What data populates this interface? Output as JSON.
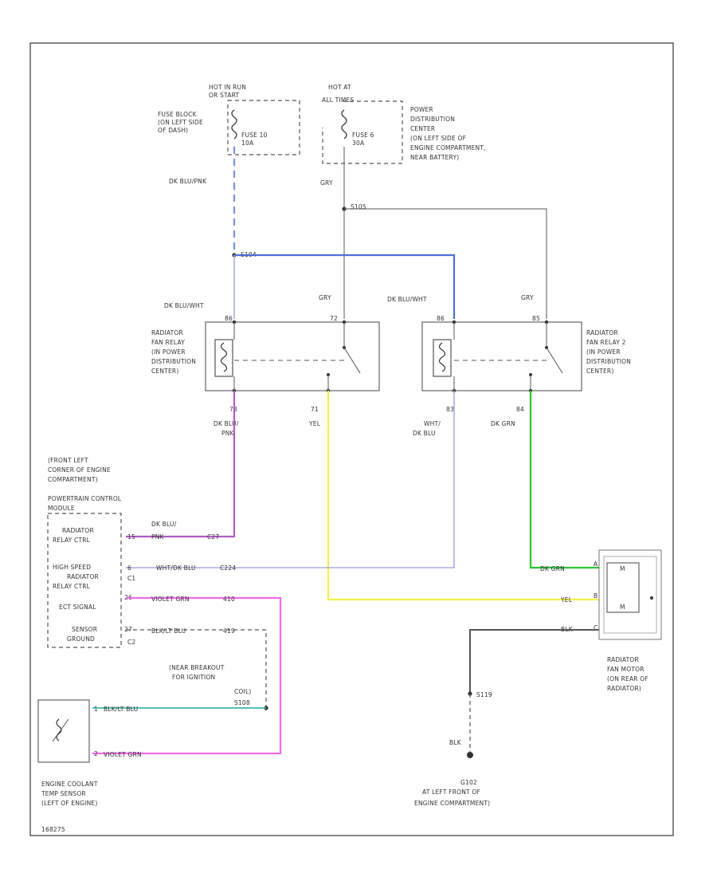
{
  "power": {
    "hot_run": [
      "HOT IN RUN",
      "OR START"
    ],
    "hot_all": [
      "HOT AT",
      "ALL TIMES"
    ],
    "fuse_block": [
      "FUSE BLOCK",
      "(ON LEFT SIDE",
      "OF DASH)"
    ],
    "fuse_10": [
      "FUSE 10",
      "10A"
    ],
    "pdc": [
      "POWER",
      "DISTRIBUTION",
      "CENTER",
      "(ON LEFT SIDE OF",
      "ENGINE COMPARTMENT,",
      "NEAR BATTERY)"
    ],
    "fuse_6": [
      "FUSE 6",
      "30A"
    ]
  },
  "wires": {
    "dk_blu_pnk_top": "DK BLU/PNK",
    "gry_top": "GRY",
    "s105": "S105",
    "s104": "S104",
    "dk_blu_wht_1": "DK BLU/WHT",
    "gry_1": "GRY",
    "dk_blu_wht_2": "DK BLU/WHT",
    "gry_2": "GRY"
  },
  "relay1": {
    "pin_top_left": "86",
    "pin_top_right": "72",
    "label": [
      "RADIATOR",
      "FAN RELAY",
      "(IN POWER",
      "DISTRIBUTION",
      "CENTER)"
    ],
    "pin_bl": "73",
    "wire_bl": [
      "DK BLU/",
      "PNK"
    ],
    "pin_br": "71",
    "wire_br": "YEL"
  },
  "relay2": {
    "pin_top_left": "86",
    "pin_top_right": "85",
    "label": [
      "RADIATOR",
      "FAN RELAY 2",
      "(IN POWER",
      "DISTRIBUTION",
      "CENTER)"
    ],
    "pin_bl": "83",
    "wire_bl": [
      "WHT/",
      "DK BLU"
    ],
    "pin_br": "84",
    "wire_br": "DK GRN"
  },
  "pcm": {
    "location": [
      "(FRONT LEFT",
      "CORNER OF ENGINE",
      "COMPARTMENT)"
    ],
    "title": [
      "POWERTRAIN CONTROL",
      "MODULE"
    ],
    "radiator_relay_ctrl": [
      "RADIATOR",
      "RELAY CTRL"
    ],
    "high_speed_ctrl": [
      "HIGH SPEED",
      "RADIATOR",
      "RELAY CTRL"
    ],
    "ect_signal": "ECT SIGNAL",
    "sensor_ground": [
      "SENSOR",
      "GROUND"
    ],
    "conn_c1": "C1",
    "conn_c2": "C2",
    "pin_a": "15",
    "pin_b": "6",
    "pin_c": "26",
    "pin_d": "27",
    "wire_a": [
      "DK BLU/",
      "PNK"
    ],
    "wire_a_tag": "C27",
    "wire_b": "WHT/DK BLU",
    "wire_b_tag": "C224",
    "wire_c": "VIOLET GRN",
    "wire_c_tag": "410",
    "wire_d": "BLK/LT BLU",
    "wire_d_tag": "419"
  },
  "ignition_note": [
    "(NEAR BREAKOUT",
    "FOR IGNITION",
    "COIL)"
  ],
  "s108": "S108",
  "sensor": {
    "pin1": "1",
    "pin2": "2",
    "wire1": "BLK/LT BLU",
    "wire2": "VIOLET GRN",
    "label": [
      "ENGINE COOLANT",
      "TEMP SENSOR",
      "(LEFT OF ENGINE)"
    ]
  },
  "fan": {
    "wire_grn": "DK GRN",
    "wire_yel": "YEL",
    "wire_blk": "BLK",
    "pin_a": "A",
    "pin_b": "B",
    "pin_c": "C",
    "motor": "M",
    "label": [
      "RADIATOR",
      "FAN MOTOR",
      "(ON REAR OF",
      "RADIATOR)"
    ]
  },
  "ground": {
    "splice": "S119",
    "wire": "BLK",
    "name": "G102",
    "label": [
      "AT LEFT FRONT OF",
      "ENGINE COMPARTMENT)"
    ]
  },
  "figure_id": "168275",
  "colors": {
    "dk_blu_pnk": "#7b8fe6",
    "blue": "#4f6fd6",
    "lavender": "#a9aedc",
    "purple": "#b15ac9",
    "yellow": "#f4f04a",
    "green": "#2fc335",
    "teal": "#3fb5a8",
    "pink": "#f06ce6",
    "gray": "#9a9a9a"
  }
}
